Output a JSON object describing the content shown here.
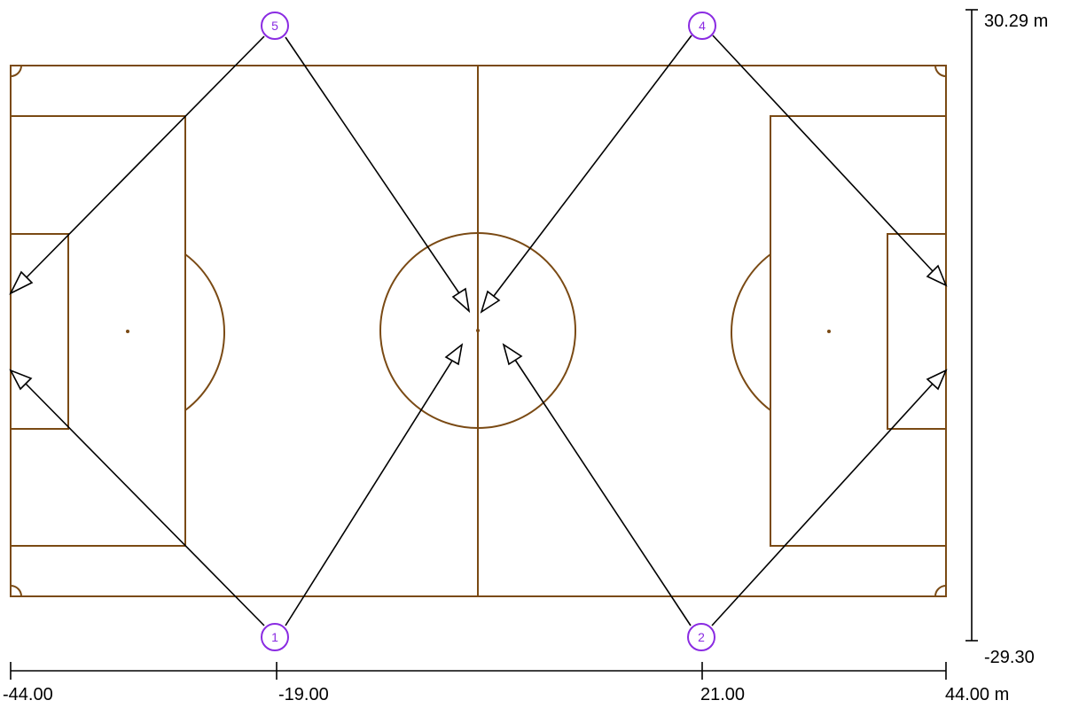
{
  "colors": {
    "pitch": "#7a4a14",
    "arrow": "#000000",
    "marker": "#8a2be2"
  },
  "dimensions": {
    "x_labels": [
      "-44.00",
      "-19.00",
      "21.00",
      "44.00 m"
    ],
    "y_top_label": "30.29 m",
    "y_bottom_label": "-29.30"
  },
  "markers": [
    {
      "label": "5"
    },
    {
      "label": "4"
    },
    {
      "label": "1"
    },
    {
      "label": "2"
    }
  ]
}
